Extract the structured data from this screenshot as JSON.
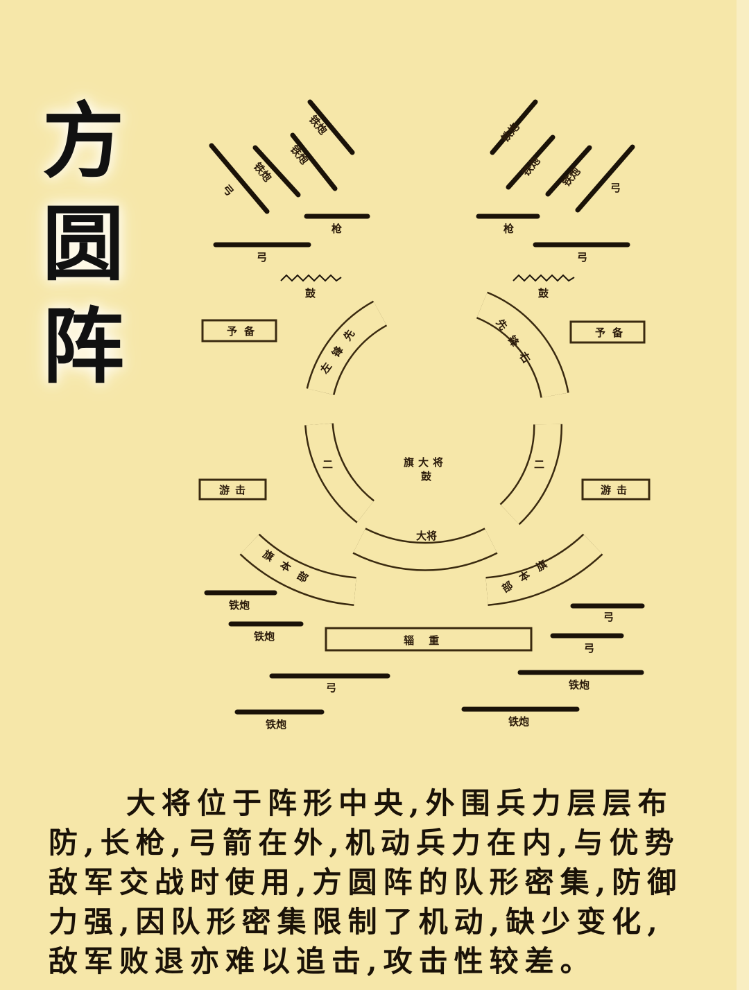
{
  "title": [
    "方",
    "圆",
    "阵"
  ],
  "labels": {
    "bow": "弓",
    "gun": "铁炮",
    "spear": "枪",
    "drum": "鼓",
    "reserve": "予备",
    "flank": "游击",
    "vanguard_left": "左锋先",
    "vanguard_right": "先锋右",
    "second": "二",
    "center": "旗大将",
    "center2": "鼓",
    "general": "大将",
    "bodyguard_left": "旗本部",
    "bodyguard_right": "部本旗",
    "baggage": "辎 重"
  },
  "description": "大将位于阵形中央,外围兵力层层布防,长枪,弓箭在外,机动兵力在内,与优势敌军交战时使用,方圆阵的队形密集,防御力强,因队形密集限制了机动,缺少变化,敌军败退亦难以追击,攻击性较差。",
  "colors": {
    "background": "#f6e7a9",
    "ink": "#1a1208"
  }
}
